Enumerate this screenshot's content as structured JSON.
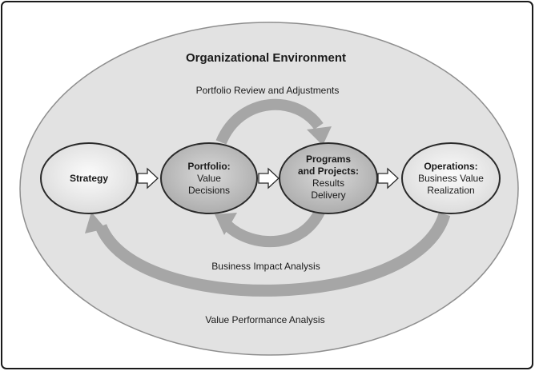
{
  "diagram": {
    "environment_title": "Organizational Environment",
    "top_flow_label": "Portfolio Review and Adjustments",
    "inner_bottom_label": "Business Impact Analysis",
    "outer_bottom_label": "Value Performance Analysis",
    "nodes": {
      "strategy": {
        "line1": "Strategy"
      },
      "portfolio": {
        "title": "Portfolio:",
        "line2": "Value",
        "line3": "Decisions"
      },
      "programs": {
        "title1": "Programs",
        "title2": "and Projects:",
        "line3": "Results",
        "line4": "Delivery"
      },
      "operations": {
        "title": "Operations:",
        "line2": "Business Value",
        "line3": "Realization"
      }
    }
  },
  "colors": {
    "background": "#ffffff",
    "frame_border": "#1a1a1a",
    "environment_fill": "#e2e2e2",
    "arrow_fill": "#a6a6a6",
    "node_light": "#f4f4f4",
    "node_mid": "#c9c9c9",
    "node_stroke": "#2a2a2a",
    "text": "#1a1a1a"
  }
}
